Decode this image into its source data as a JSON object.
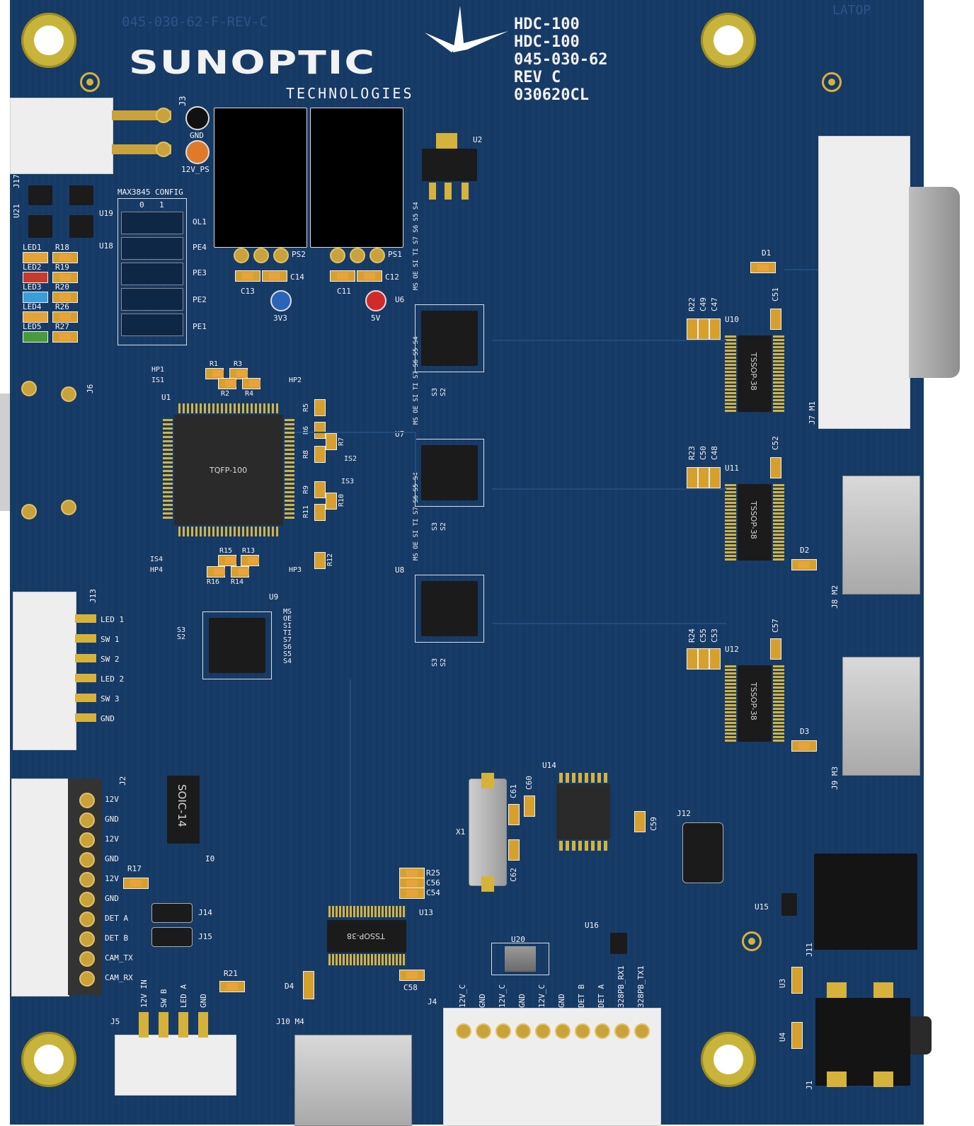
{
  "board": {
    "silk_faint": "045-030-62-F-REV-C",
    "layer_tag": "LATOP",
    "logo_main": "SUNOPTIC",
    "logo_sub": "TECHNOLOGIES",
    "info_lines": [
      "HDC-100",
      "HDC-100",
      "045-030-62",
      "REV C",
      "030620CL"
    ]
  },
  "labels": {
    "J3": "J3",
    "GND_top": "GND",
    "PS12V": "12V_PS",
    "J17": "J17",
    "J21": "U21",
    "U19": "U19",
    "U18": "U18",
    "config_title": "MAX3845 CONFIG",
    "config_0": "0",
    "config_1": "1",
    "config_rows": [
      "OL1",
      "PE4",
      "PE3",
      "PE2",
      "PE1"
    ],
    "leds": [
      "LED1",
      "LED2",
      "LED3",
      "LED4",
      "LED5"
    ],
    "led_res": [
      "R18",
      "R19",
      "R20",
      "R26",
      "R27"
    ],
    "PS2": "PS2",
    "PS1": "PS1",
    "C14": "C14",
    "C13": "C13",
    "C11": "C11",
    "C12": "C12",
    "v33": "3V3",
    "v5": "5V",
    "U2": "U2",
    "D1": "D1",
    "U6": "U6",
    "U7": "U7",
    "U8": "U8",
    "U9": "U9",
    "u6_top": "MS OE SI TI S7 S6 S5 S4",
    "s3": "S3",
    "s2": "S2",
    "u9_side": [
      "MS",
      "OE",
      "SI",
      "TI",
      "S7",
      "S6",
      "S5",
      "S4"
    ],
    "R22": "R22",
    "C49": "C49",
    "C47": "C47",
    "C51": "C51",
    "U10": "U10",
    "R23": "R23",
    "C50": "C50",
    "C48": "C48",
    "C52": "C52",
    "U11": "U11",
    "R24": "R24",
    "C55": "C55",
    "C53": "C53",
    "C57": "C57",
    "U12": "U12",
    "tssop": "TSSOP-38",
    "D2": "D2",
    "D3": "D3",
    "J7M1": "J7 M1",
    "J8M2": "J8 M2",
    "J9M3": "J9 M3",
    "HP1": "HP1",
    "IS1": "IS1",
    "HP2": "HP2",
    "R1": "R1",
    "R3": "R3",
    "R2": "R2",
    "R4": "R4",
    "U1": "U1",
    "tqfp": "TQFP-100",
    "R5": "R5",
    "R6": "R6",
    "R7": "R7",
    "R8": "R8",
    "IS2": "IS2",
    "IS3": "IS3",
    "R9": "R9",
    "R10": "R10",
    "R11": "R11",
    "R12": "R12",
    "IS4": "IS4",
    "HP4": "HP4",
    "HP3": "HP3",
    "R15": "R15",
    "R13": "R13",
    "R16": "R16",
    "R14": "R14",
    "J6": "J6",
    "J13": "J13",
    "j13_pins": [
      "LED 1",
      "SW 1",
      "SW 2",
      "LED 2",
      "SW 3",
      "GND"
    ],
    "J2": "J2",
    "j2_pins": [
      "12V",
      "GND",
      "12V",
      "GND",
      "12V",
      "GND",
      "DET A",
      "DET B",
      "CAM_TX",
      "CAM_RX"
    ],
    "soic": "SOIC-14",
    "I0": "I0",
    "R17": "R17",
    "J14": "J14",
    "J15": "J15",
    "R21": "R21",
    "J5": "J5",
    "j5_pins": [
      "12V IN",
      "SW B",
      "LED A",
      "GND"
    ],
    "D4": "D4",
    "J10M4": "J10  M4",
    "U13": "U13",
    "C58": "C58",
    "R25": "R25",
    "C56": "C56",
    "C54": "C54",
    "X1": "X1",
    "C61": "C61",
    "C60": "C60",
    "C62": "C62",
    "U14": "U14",
    "C59": "C59",
    "J12": "J12",
    "U15": "U15",
    "U16": "U16",
    "U20": "U20",
    "J4": "J4",
    "j4_pins": [
      "12V_C",
      "GND",
      "12V_C",
      "GND",
      "12V_C",
      "GND",
      "DET B",
      "DET A",
      "328PB_RX1",
      "328PB_TX1"
    ],
    "J11": "J11",
    "U3": "U3",
    "U4": "U4",
    "J1": "J1"
  },
  "colors": {
    "board": "#163a66",
    "gold": "#d7b23a",
    "silk": "#f2f2f2",
    "chip": "#1b1b1b"
  }
}
